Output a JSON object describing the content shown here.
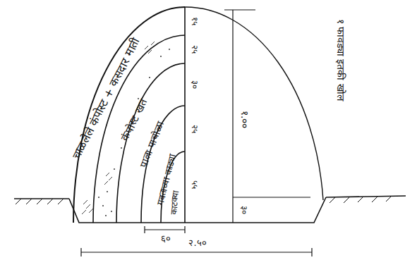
{
  "diagram": {
    "labels": [
      "चाळलेले कंपोस्ट + कसदार माती",
      "कंपोस्ट खत",
      "पाला पाचोळा",
      "गवताच्या काड्या",
      "काटक्या",
      "१५",
      "२५",
      "३०",
      "२५",
      "५५",
      "१.००",
      "३०",
      "१ फावड्या इतकी खोल",
      "६०",
      "२.५०"
    ]
  }
}
